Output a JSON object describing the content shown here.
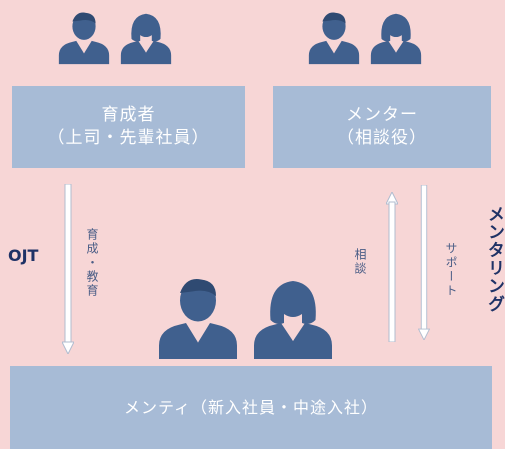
{
  "boxes": {
    "ikusei": {
      "line1": "育成者",
      "line2": "（上司・先輩社員）"
    },
    "mentor": {
      "line1": "メンター",
      "line2": "（相談役）"
    },
    "mentee": {
      "line1": "メンティ（新入社員・中途入社）"
    }
  },
  "arrows": {
    "ojt_caption": "育成・教育",
    "consult_caption": "相談",
    "support_caption": "サポート"
  },
  "labels": {
    "ojt": "OJT",
    "mentoring": "メンタリング"
  },
  "colors": {
    "background": "#f7d6d6",
    "box": "#a7bbd6",
    "icon": "#40608e",
    "text_dark": "#1f3266"
  },
  "icons": [
    "male-person-icon",
    "female-person-icon"
  ]
}
